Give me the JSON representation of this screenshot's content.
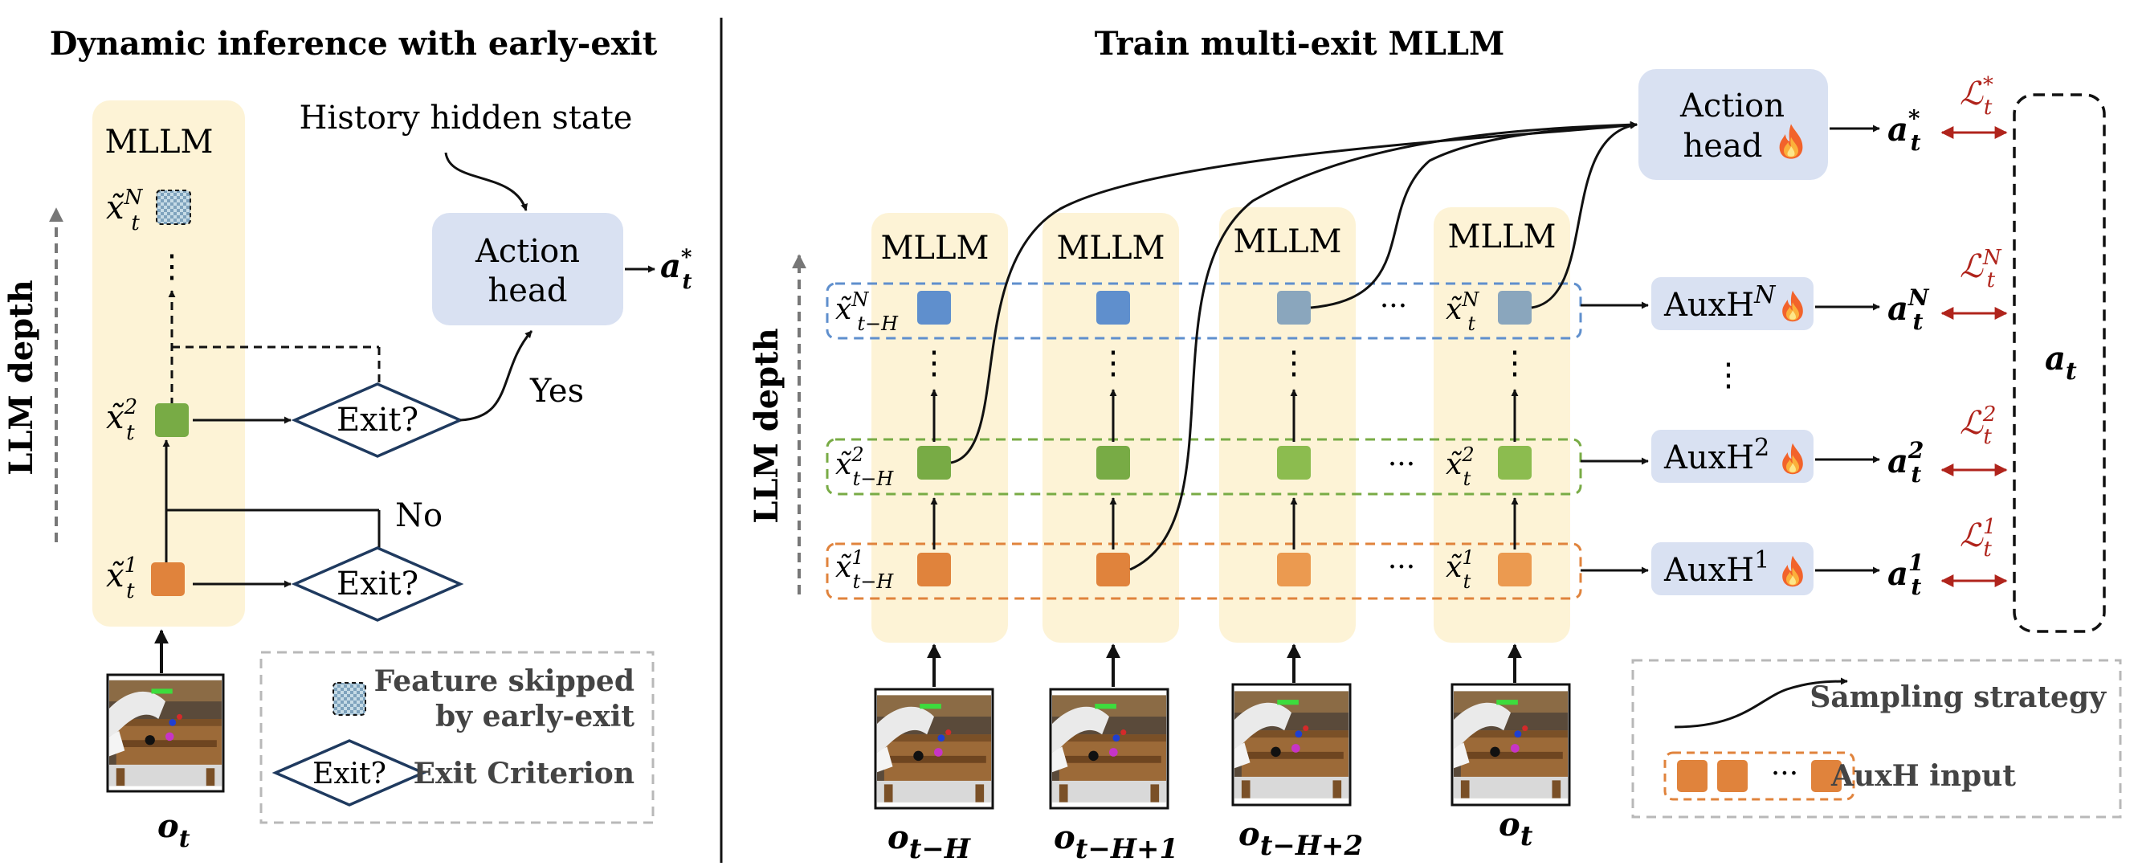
{
  "left_panel": {
    "title": "Dynamic inference with early-exit",
    "mllm_label": "MLLM",
    "history_label": "History hidden state",
    "action_head_line1": "Action",
    "action_head_line2": "head",
    "exit_label": "Exit?",
    "yes_label": "Yes",
    "no_label": "No",
    "axis_label": "LLM depth",
    "feature_x": "x̃",
    "sup_N": "N",
    "sup_2": "2",
    "sup_1": "1",
    "sub_t": "t",
    "output_a": "a",
    "output_star": "*",
    "obs_o": "o",
    "vdots": "⋮",
    "legend": {
      "skipped_line1": "Feature skipped",
      "skipped_line2": "by early-exit",
      "exit_label": "Exit?",
      "criterion": "Exit Criterion"
    }
  },
  "right_panel": {
    "title": "Train multi-exit MLLM",
    "mllm_label": "MLLM",
    "axis_label": "LLM depth",
    "action_head_line1": "Action",
    "action_head_line2": "head",
    "auxh": "AuxH",
    "sup_N": "N",
    "sup_2": "2",
    "sup_1": "1",
    "sub_tH": "t−H",
    "sub_t": "t",
    "feature_x": "x̃",
    "dots": "···",
    "vdots": "⋮",
    "output_a": "a",
    "output_star": "*",
    "loss_L": "ℒ",
    "obs_o": "o",
    "obs_subs": [
      "t−H",
      "t−H+1",
      "t−H+2",
      "t"
    ],
    "target_a": "a",
    "target_sub": "t",
    "legend": {
      "sampling": "Sampling strategy",
      "auxh_input": "AuxH input",
      "dots": "···"
    }
  },
  "colors": {
    "mllm_bg": "#fdf3d6",
    "head_bg": "#d9e1f2",
    "orange": "#e0833c",
    "green": "#78ab45",
    "blue": "#5f8fcd",
    "grey_blue": "#8aa6bd",
    "red": "#b0241c",
    "diamond": "#1f3a5f"
  },
  "icons": [
    "fire-icon",
    "robot-scene-icon",
    "checker-icon"
  ]
}
